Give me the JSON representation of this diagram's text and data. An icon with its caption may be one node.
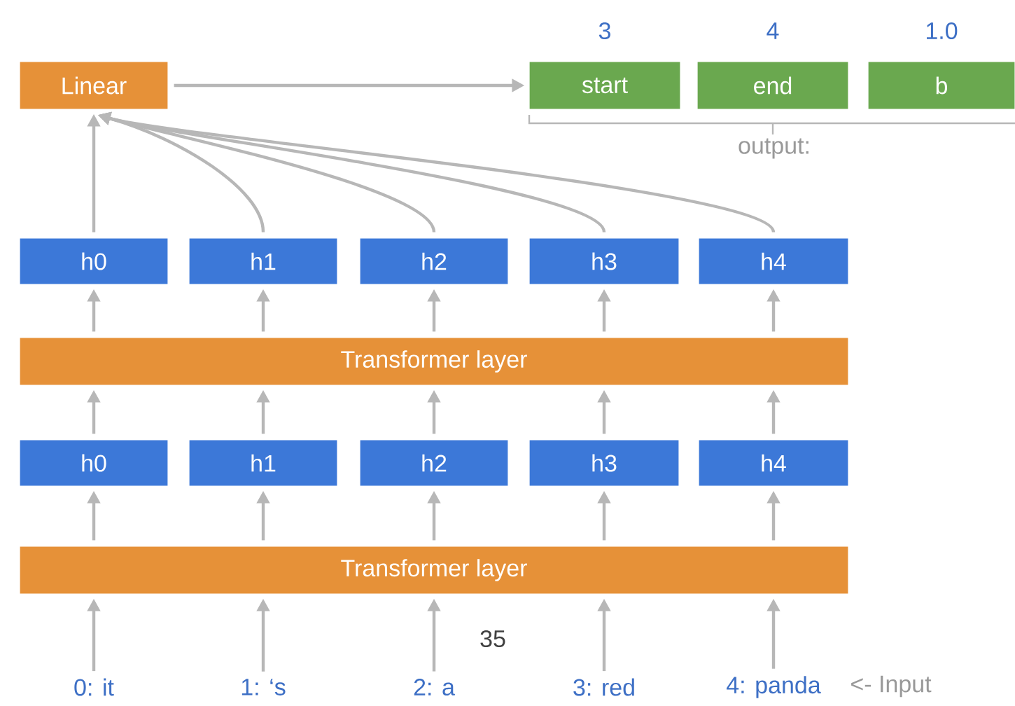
{
  "diagram": {
    "nodes": [
      {
        "text": [
          "Linear"
        ]
      },
      {
        "text": [
          "start"
        ],
        "beside": [
          "3"
        ]
      },
      {
        "text": [
          "end"
        ],
        "beside": [
          "4"
        ]
      },
      {
        "text": [
          "b"
        ],
        "beside": [
          "1.0"
        ]
      },
      {
        "text": [
          "h0"
        ]
      },
      {
        "text": [
          "h1"
        ]
      },
      {
        "text": [
          "h2"
        ]
      },
      {
        "text": [
          "h3"
        ]
      },
      {
        "text": [
          "h4"
        ]
      },
      {
        "text": [
          "Transformer layer"
        ]
      },
      {
        "text": [
          "h0"
        ]
      },
      {
        "text": [
          "h1"
        ]
      },
      {
        "text": [
          "h2"
        ]
      },
      {
        "text": [
          "h3"
        ]
      },
      {
        "text": [
          "h4"
        ]
      },
      {
        "text": [
          "Transformer layer"
        ]
      },
      {
        "text": [
          "0: it"
        ]
      },
      {
        "text": [
          "1: ‘s"
        ]
      },
      {
        "text": [
          "2: a"
        ]
      },
      {
        "text": [
          "3: red"
        ]
      },
      {
        "text": [
          "4: panda"
        ]
      }
    ],
    "edges": [
      {
        "from": 0,
        "to": 1,
        "arrow": "to"
      },
      {
        "from": 4,
        "to": 0,
        "arrow": "to"
      },
      {
        "from": 5,
        "to": 0,
        "arrow": "to"
      },
      {
        "from": 6,
        "to": 0,
        "arrow": "to"
      },
      {
        "from": 7,
        "to": 0,
        "arrow": "to"
      },
      {
        "from": 8,
        "to": 0,
        "arrow": "to"
      },
      {
        "from": 9,
        "to": 4,
        "arrow": "to"
      },
      {
        "from": 9,
        "to": 5,
        "arrow": "to"
      },
      {
        "from": 9,
        "to": 6,
        "arrow": "to"
      },
      {
        "from": 9,
        "to": 7,
        "arrow": "to"
      },
      {
        "from": 9,
        "to": 8,
        "arrow": "to"
      },
      {
        "from": 10,
        "to": 9,
        "arrow": "to"
      },
      {
        "from": 11,
        "to": 9,
        "arrow": "to"
      },
      {
        "from": 12,
        "to": 9,
        "arrow": "to"
      },
      {
        "from": 13,
        "to": 9,
        "arrow": "to"
      },
      {
        "from": 14,
        "to": 9,
        "arrow": "to"
      },
      {
        "from": 15,
        "to": 10,
        "arrow": "to"
      },
      {
        "from": 15,
        "to": 11,
        "arrow": "to"
      },
      {
        "from": 15,
        "to": 12,
        "arrow": "to"
      },
      {
        "from": 15,
        "to": 13,
        "arrow": "to"
      },
      {
        "from": 15,
        "to": 14,
        "arrow": "to"
      },
      {
        "from": 16,
        "to": 15,
        "arrow": "to"
      },
      {
        "from": 17,
        "to": 15,
        "arrow": "to"
      },
      {
        "from": 18,
        "to": 15,
        "arrow": "to"
      },
      {
        "from": 19,
        "to": 15,
        "arrow": "to"
      },
      {
        "from": 20,
        "to": 15,
        "arrow": "to"
      }
    ],
    "labels": [
      "output:",
      "35",
      "<- Input"
    ]
  }
}
